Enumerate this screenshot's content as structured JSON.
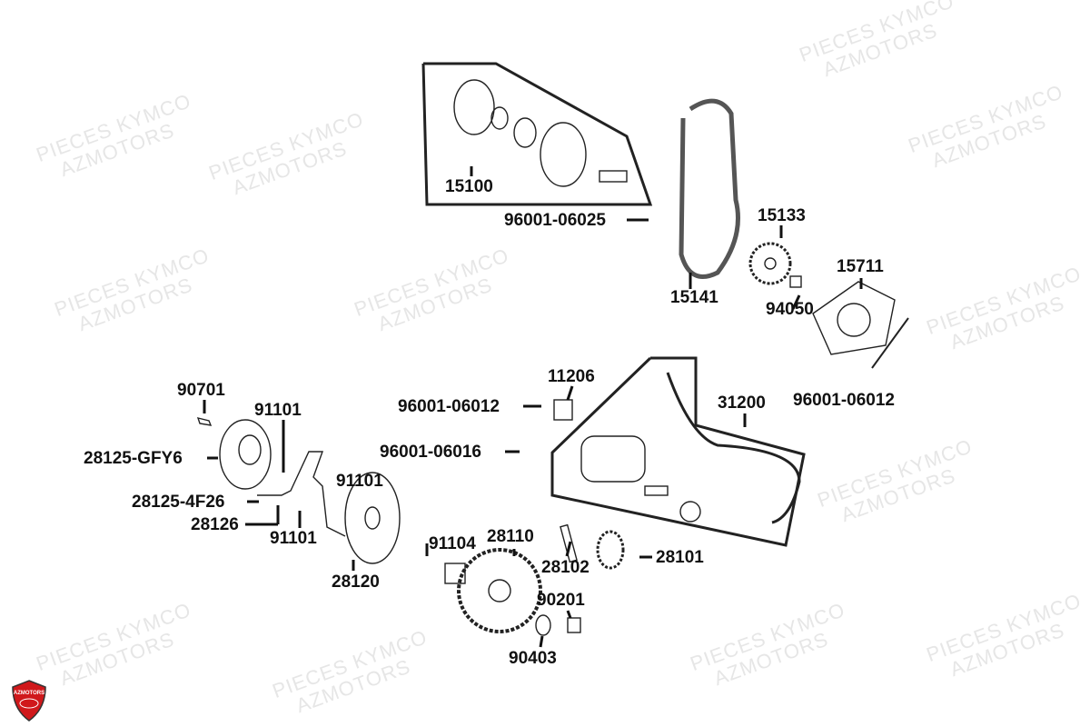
{
  "watermark": {
    "line1": "PIECES KYMCO",
    "line2": "AZMOTORS"
  },
  "logo": {
    "text": "AZMOTORS",
    "color": "#d0181b"
  },
  "labels": {
    "p15100": "15100",
    "p96001_06025": "96001-06025",
    "p15133": "15133",
    "p15141": "15141",
    "p15711": "15711",
    "p94050": "94050",
    "p96001_06012_right": "96001-06012",
    "p31200": "31200",
    "p11206": "11206",
    "p96001_06012_left": "96001-06012",
    "p96001_06016": "96001-06016",
    "p90701": "90701",
    "p91101_a": "91101",
    "p28125_GFY6": "28125-GFY6",
    "p91101_b": "91101",
    "p28125_4F26": "28125-4F26",
    "p28126": "28126",
    "p91101_c": "91101",
    "p28120": "28120",
    "p91104": "91104",
    "p28110": "28110",
    "p28102": "28102",
    "p28101": "28101",
    "p90201": "90201",
    "p90403": "90403"
  }
}
